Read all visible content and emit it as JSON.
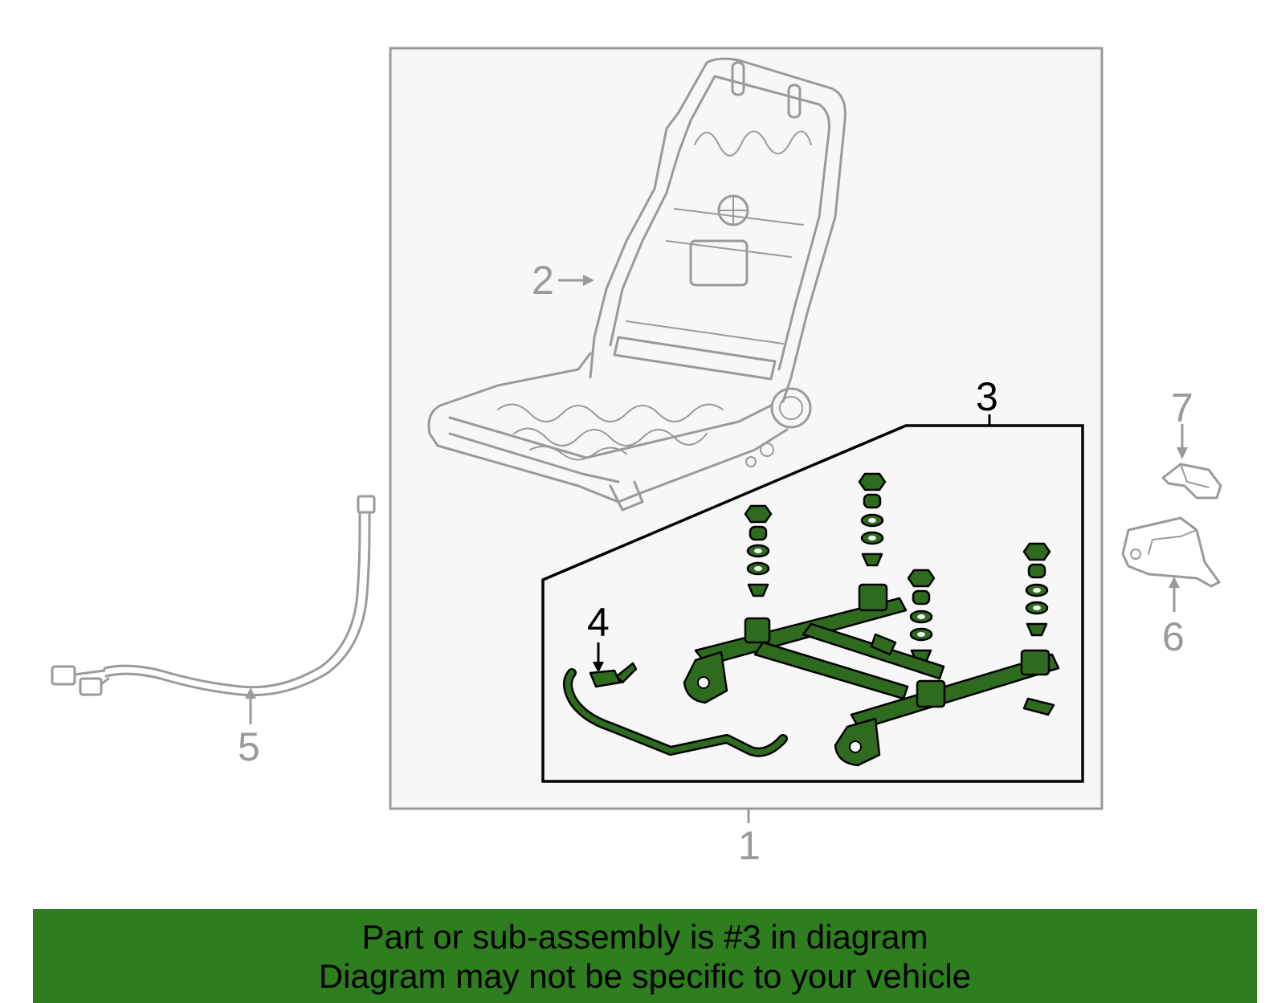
{
  "callouts": {
    "c1": "1",
    "c2": "2",
    "c3": "3",
    "c4": "4",
    "c5": "5",
    "c6": "6",
    "c7": "7"
  },
  "banner": {
    "line1": "Part or sub-assembly is #3 in diagram",
    "line2": "Diagram may not be specific to your vehicle"
  },
  "colors": {
    "highlight": "#2e7d1e",
    "line_gray": "#9a9a9a"
  }
}
